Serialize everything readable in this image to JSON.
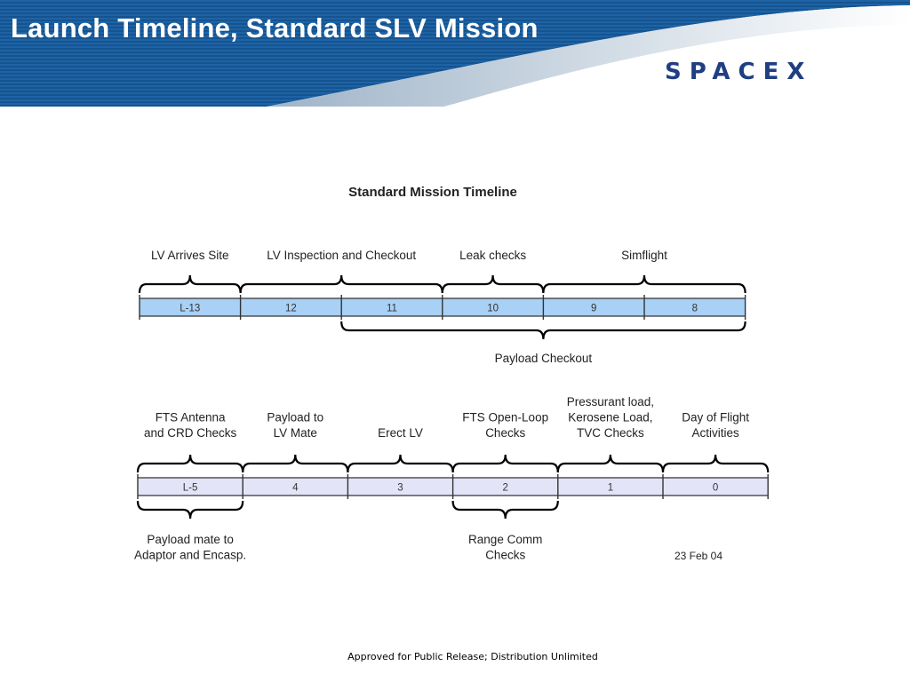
{
  "slide": {
    "title": "Launch Timeline, Standard SLV Mission",
    "logo_text": "SPACEX",
    "footer": "Approved for Public Release; Distribution Unlimited"
  },
  "diagram": {
    "title": "Standard Mission Timeline",
    "date_note": "23 Feb 04",
    "row1": {
      "cells": [
        "L-13",
        "12",
        "11",
        "10",
        "9",
        "8"
      ],
      "top_phases": [
        {
          "lines": [
            "LV Arrives Site"
          ],
          "from": 0,
          "to": 1
        },
        {
          "lines": [
            "LV Inspection and Checkout"
          ],
          "from": 1,
          "to": 3
        },
        {
          "lines": [
            "Leak checks"
          ],
          "from": 3,
          "to": 4
        },
        {
          "lines": [
            "Simflight"
          ],
          "from": 4,
          "to": 6
        }
      ],
      "bottom_phases": [
        {
          "lines": [
            "Payload Checkout"
          ],
          "from": 2,
          "to": 6
        }
      ]
    },
    "row2": {
      "cells": [
        "L-5",
        "4",
        "3",
        "2",
        "1",
        "0"
      ],
      "top_phases": [
        {
          "lines": [
            "FTS Antenna",
            "and CRD Checks"
          ],
          "from": 0,
          "to": 1
        },
        {
          "lines": [
            "Payload to",
            "LV Mate"
          ],
          "from": 1,
          "to": 2
        },
        {
          "lines": [
            "Erect LV"
          ],
          "from": 2,
          "to": 3
        },
        {
          "lines": [
            "FTS Open-Loop",
            "Checks"
          ],
          "from": 3,
          "to": 4
        },
        {
          "lines": [
            "Pressurant load,",
            "Kerosene Load,",
            "TVC Checks"
          ],
          "from": 4,
          "to": 5
        },
        {
          "lines": [
            "Day of Flight",
            "Activities"
          ],
          "from": 5,
          "to": 6
        }
      ],
      "bottom_phases": [
        {
          "lines": [
            "Payload mate to",
            "Adaptor and Encasp."
          ],
          "from": 0,
          "to": 1
        },
        {
          "lines": [
            "Range Comm",
            "Checks"
          ],
          "from": 3,
          "to": 4
        }
      ]
    },
    "colors": {
      "row1_fill": "#a9d0f5",
      "row2_fill": "#e4e4f8",
      "banner_blue": "#1a5c9c",
      "logo_blue": "#1f3f82"
    }
  }
}
